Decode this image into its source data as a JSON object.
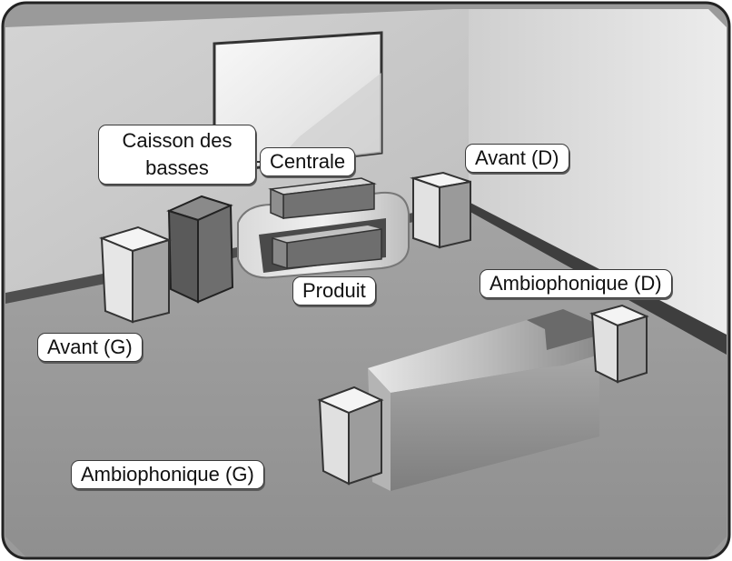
{
  "labels": {
    "subwoofer_line1": "Caisson des",
    "subwoofer_line2": "basses",
    "center": "Centrale",
    "front_right": "Avant (D)",
    "product": "Produit",
    "front_left": "Avant (G)",
    "surround_right": "Ambiophonique (D)",
    "surround_left": "Ambiophonique (G)"
  },
  "colors": {
    "floor": "#9c9c9c",
    "wall_back": "#c8c8c8",
    "wall_right": "#dedede",
    "baseboard": "#555555",
    "speaker_top": "#f4f4f4",
    "speaker_front": "#e2e2e2",
    "speaker_side": "#9a9a9a",
    "subwoofer": "#5c5c5c"
  }
}
